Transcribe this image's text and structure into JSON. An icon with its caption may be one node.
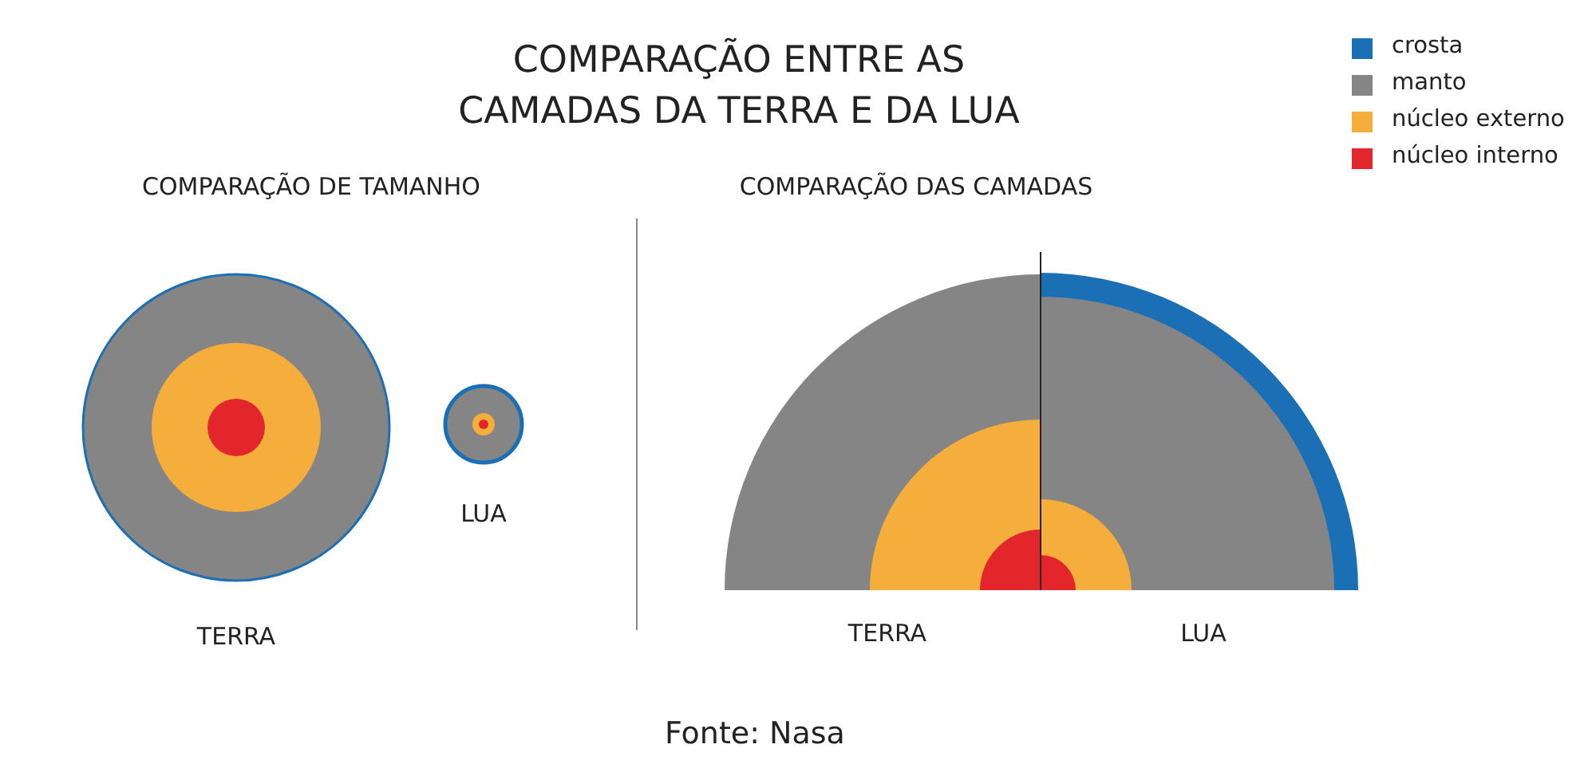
{
  "diagram": {
    "title": "COMPARAÇÃO ENTRE AS CAMADAS DA TERRA E DA LUA",
    "caption": "Fonte: Nasa",
    "labels": [
      "COMPARAÇÃO DE TAMANHO",
      "COMPARAÇÃO DAS CAMADAS",
      "LUA",
      "TERRA",
      "TERRA",
      "LUA"
    ],
    "legend": [
      {
        "text": "crosta",
        "color": "#1a6fb5"
      },
      {
        "text": "manto",
        "color": "#858585"
      },
      {
        "text": "núcleo externo",
        "color": "#f5ae3c"
      },
      {
        "text": "núcleo interno",
        "color": "#e3262b"
      }
    ]
  }
}
